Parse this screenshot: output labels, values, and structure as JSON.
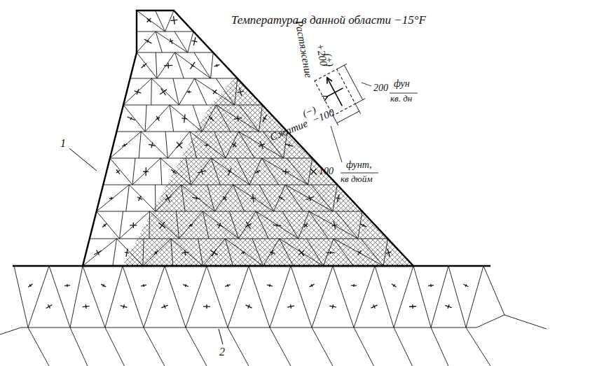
{
  "diagram": {
    "labels": [
      "Температура в данной области −15°F",
      "+200",
      "(+)",
      "Растяжение",
      "−100",
      "Сжатие",
      "(−)",
      "200",
      "фун",
      "кв. дн",
      "100",
      "фунт,",
      "кв дюйм",
      "1",
      "2"
    ]
  }
}
